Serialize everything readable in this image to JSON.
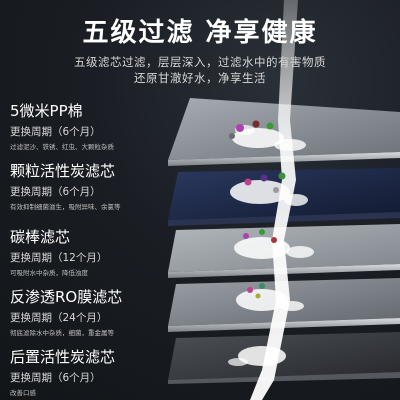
{
  "header": {
    "title": "五级过滤 净享健康",
    "subtitle_line1": "五级滤芯过滤，层层深入，过滤水中的有害物质",
    "subtitle_line2": "还原甘澈好水，净享生活"
  },
  "layers": [
    {
      "name": "5微米PP棉",
      "period": "更换周期（6个月）",
      "desc": "过滤泥沙、铁锈、红虫、大颗粒杂质"
    },
    {
      "name": "颗粒活性炭滤芯",
      "period": "更换周期（6个月）",
      "desc": "有效抑制细菌滋生，吸附异味、余氯等"
    },
    {
      "name": "碳棒滤芯",
      "period": "更换周期（12个月）",
      "desc": "可吸附水中杂质，降低浊度"
    },
    {
      "name": "反渗透RO膜滤芯",
      "period": "更换周期（24个月）",
      "desc": "彻底滤除水中杂质，细菌，重金属等"
    },
    {
      "name": "后置活性炭滤芯",
      "period": "更换周期（6个月）",
      "desc": "改善口感"
    }
  ],
  "colors": {
    "background": "#171b20",
    "plate_pp": "#8e939a",
    "plate_carbon_granule": "#1f2a4a",
    "plate_carbon_rod": "#9aa0a6",
    "plate_ro": "#80858c",
    "plate_post_carbon": "#3a3d42",
    "water": "#ffffff"
  }
}
